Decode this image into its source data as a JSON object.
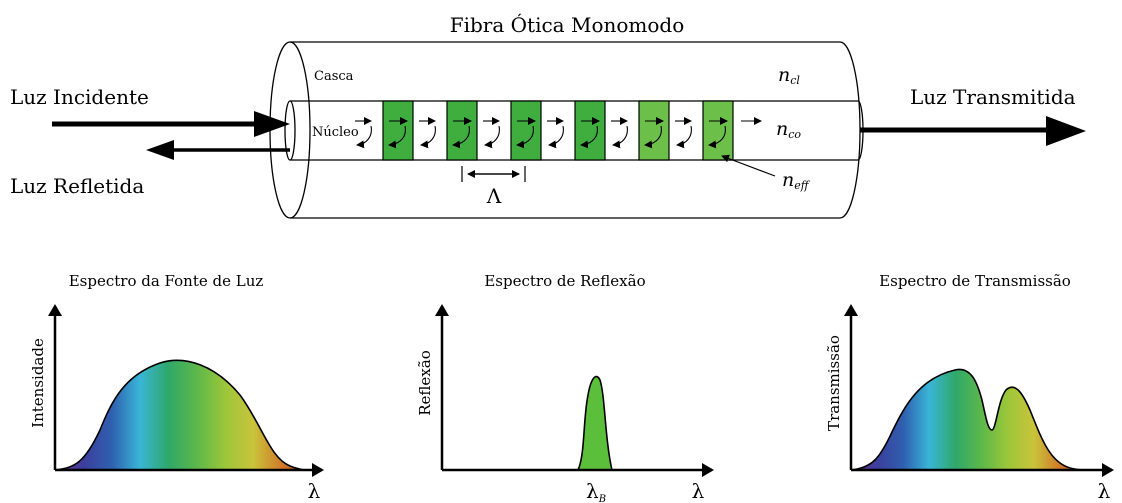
{
  "fiber": {
    "title": "Fibra Ótica Monomodo",
    "cladding_label": "Casca",
    "core_label": "Núcleo",
    "n_cl": {
      "base": "n",
      "sub": "cl"
    },
    "n_co": {
      "base": "n",
      "sub": "co"
    },
    "n_eff": {
      "base": "n",
      "sub": "eff"
    },
    "period_label": "Λ",
    "grating_color": "#3fae3f",
    "grating_color_light": "#6cc04a",
    "grating_count": 6
  },
  "light": {
    "incident": "Luz Incidente",
    "reflected": "Luz Refletida",
    "transmitted": "Luz Transmitida"
  },
  "spectra": [
    {
      "title": "Espectro da Fonte de Luz",
      "ylabel": "Intensidade",
      "xlabel": "λ",
      "kind": "source"
    },
    {
      "title": "Espectro de Reflexão",
      "ylabel": "Reflexão",
      "xlabel": "λ",
      "kind": "reflection",
      "peak_label": {
        "base": "λ",
        "sub": "B"
      }
    },
    {
      "title": "Espectro de Transmissão",
      "ylabel": "Transmissão",
      "xlabel": "λ",
      "kind": "transmission"
    }
  ],
  "colors": {
    "spectrum": [
      "#7a2a8a",
      "#3b3f9c",
      "#2f5fb0",
      "#39b6d6",
      "#2fa86a",
      "#5cb84a",
      "#9cc63a",
      "#c9c43a",
      "#d07a2a",
      "#c03a22"
    ],
    "reflection_peak": "#5cbf3c"
  }
}
